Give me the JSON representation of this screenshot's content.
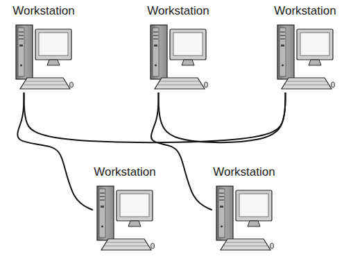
{
  "diagram": {
    "nodes": [
      {
        "text": [
          "Workstation"
        ]
      },
      {
        "text": [
          "Workstation"
        ]
      },
      {
        "text": [
          "Workstation"
        ]
      },
      {
        "text": [
          "Workstation"
        ]
      },
      {
        "text": [
          "Workstation"
        ]
      }
    ],
    "edges": [
      {
        "from": 0,
        "to": 2,
        "arrow": "none"
      },
      {
        "from": 1,
        "to": 2,
        "arrow": "none"
      },
      {
        "from": 3,
        "to": 0,
        "arrow": "none"
      },
      {
        "from": 4,
        "to": 1,
        "arrow": "none"
      }
    ]
  }
}
